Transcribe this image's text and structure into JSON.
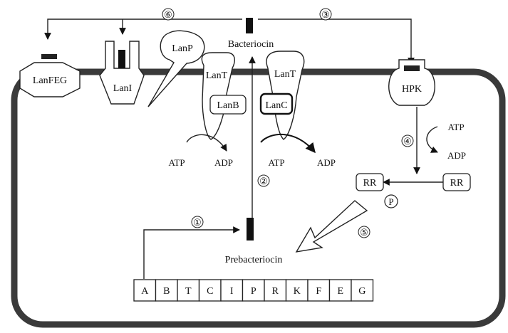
{
  "diagram": {
    "bacteriocin_label": "Bacteriocin",
    "prebacteriocin_label": "Prebacteriocin",
    "proteins": {
      "lanfeg": "LanFEG",
      "lani": "LanI",
      "lanp": "LanP",
      "lant_1": "LanT",
      "lanb": "LanB",
      "lant_2": "LanT",
      "lanc": "LanC",
      "hpk": "HPK",
      "rr_left": "RR",
      "rr_right": "RR",
      "phospho": "P"
    },
    "energy": {
      "atp_1": "ATP",
      "adp_1": "ADP",
      "atp_2": "ATP",
      "adp_2": "ADP",
      "atp_3": "ATP",
      "adp_3": "ADP"
    },
    "steps": {
      "s1": "①",
      "s2": "②",
      "s3": "③",
      "s4": "④",
      "s5": "⑤",
      "s6": "⑥"
    },
    "genes": [
      "A",
      "B",
      "T",
      "C",
      "I",
      "P",
      "R",
      "K",
      "F",
      "E",
      "G"
    ]
  }
}
